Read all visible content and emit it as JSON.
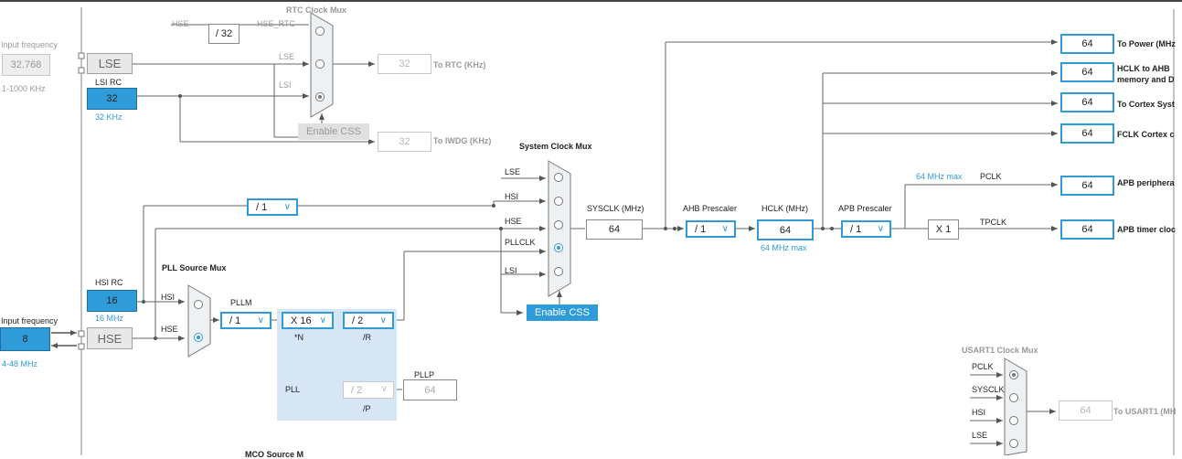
{
  "inputs": {
    "lse_freq_label": "Input frequency",
    "lse_freq_value": "32.768",
    "lse_range": "1-1000 KHz",
    "hse_freq_label": "Input frequency",
    "hse_freq_value": "8",
    "hse_range": "4-48 MHz"
  },
  "oscillators": {
    "lse": "LSE",
    "lsi_title": "LSI RC",
    "lsi_value": "32",
    "lsi_unit": "32 KHz",
    "hsi_title": "HSI RC",
    "hsi_value": "16",
    "hsi_unit": "16 MHz",
    "hse": "HSE"
  },
  "rtc": {
    "title": "RTC Clock Mux",
    "hse_label": "HSE",
    "div": "/ 32",
    "hse_rtc": "HSE_RTC",
    "lse_label": "LSE",
    "lsi_label": "LSI",
    "rtc_out": "32",
    "rtc_dest": "To RTC (KHz)",
    "iwdg_out": "32",
    "iwdg_dest": "To IWDG (KHz)",
    "enable_css": "Enable CSS"
  },
  "sysmux": {
    "title": "System Clock Mux",
    "inputs": [
      "LSE",
      "HSI",
      "HSE",
      "PLLCLK",
      "LSI"
    ],
    "hsi_div": "/ 1",
    "enable_css": "Enable CSS"
  },
  "pll": {
    "source_title": "PLL Source Mux",
    "hsi": "HSI",
    "hse": "HSE",
    "pllm_label": "PLLM",
    "pllm": "/ 1",
    "plln": "X 16",
    "plln_label": "*N",
    "pllr": "/ 2",
    "pllr_label": "/R",
    "pll_label": "PLL",
    "pllp": "/ 2",
    "pllp_label": "/P",
    "pllp_title": "PLLP",
    "pllp_out": "64"
  },
  "sysclk": {
    "label": "SYSCLK (MHz)",
    "value": "64",
    "ahb_label": "AHB Prescaler",
    "ahb": "/ 1",
    "hclk_label": "HCLK (MHz)",
    "hclk": "64",
    "hclk_max": "64 MHz max",
    "apb_label": "APB Prescaler",
    "apb": "/ 1",
    "apb_max": "64 MHz max",
    "pclk": "PCLK",
    "x1": "X 1",
    "tpclk": "TPCLK"
  },
  "outputs": [
    {
      "value": "64",
      "label": "To Power (MHz"
    },
    {
      "value": "64",
      "label": "HCLK to AHB",
      "label2": "memory and D"
    },
    {
      "value": "64",
      "label": "To Cortex Syst"
    },
    {
      "value": "64",
      "label": "FCLK Cortex c"
    },
    {
      "value": "64",
      "label": "APB periphera"
    },
    {
      "value": "64",
      "label": "APB timer cloc"
    }
  ],
  "usart": {
    "title": "USART1 Clock Mux",
    "inputs": [
      "PCLK",
      "SYSCLK",
      "HSI",
      "LSE"
    ],
    "out": "64",
    "dest": "To USART1 (MH"
  },
  "partial_bottom": "MCO Source M",
  "colors": {
    "accent": "#2f9bd8",
    "wire": "#555555",
    "pll_area": "#d6e6f4"
  }
}
